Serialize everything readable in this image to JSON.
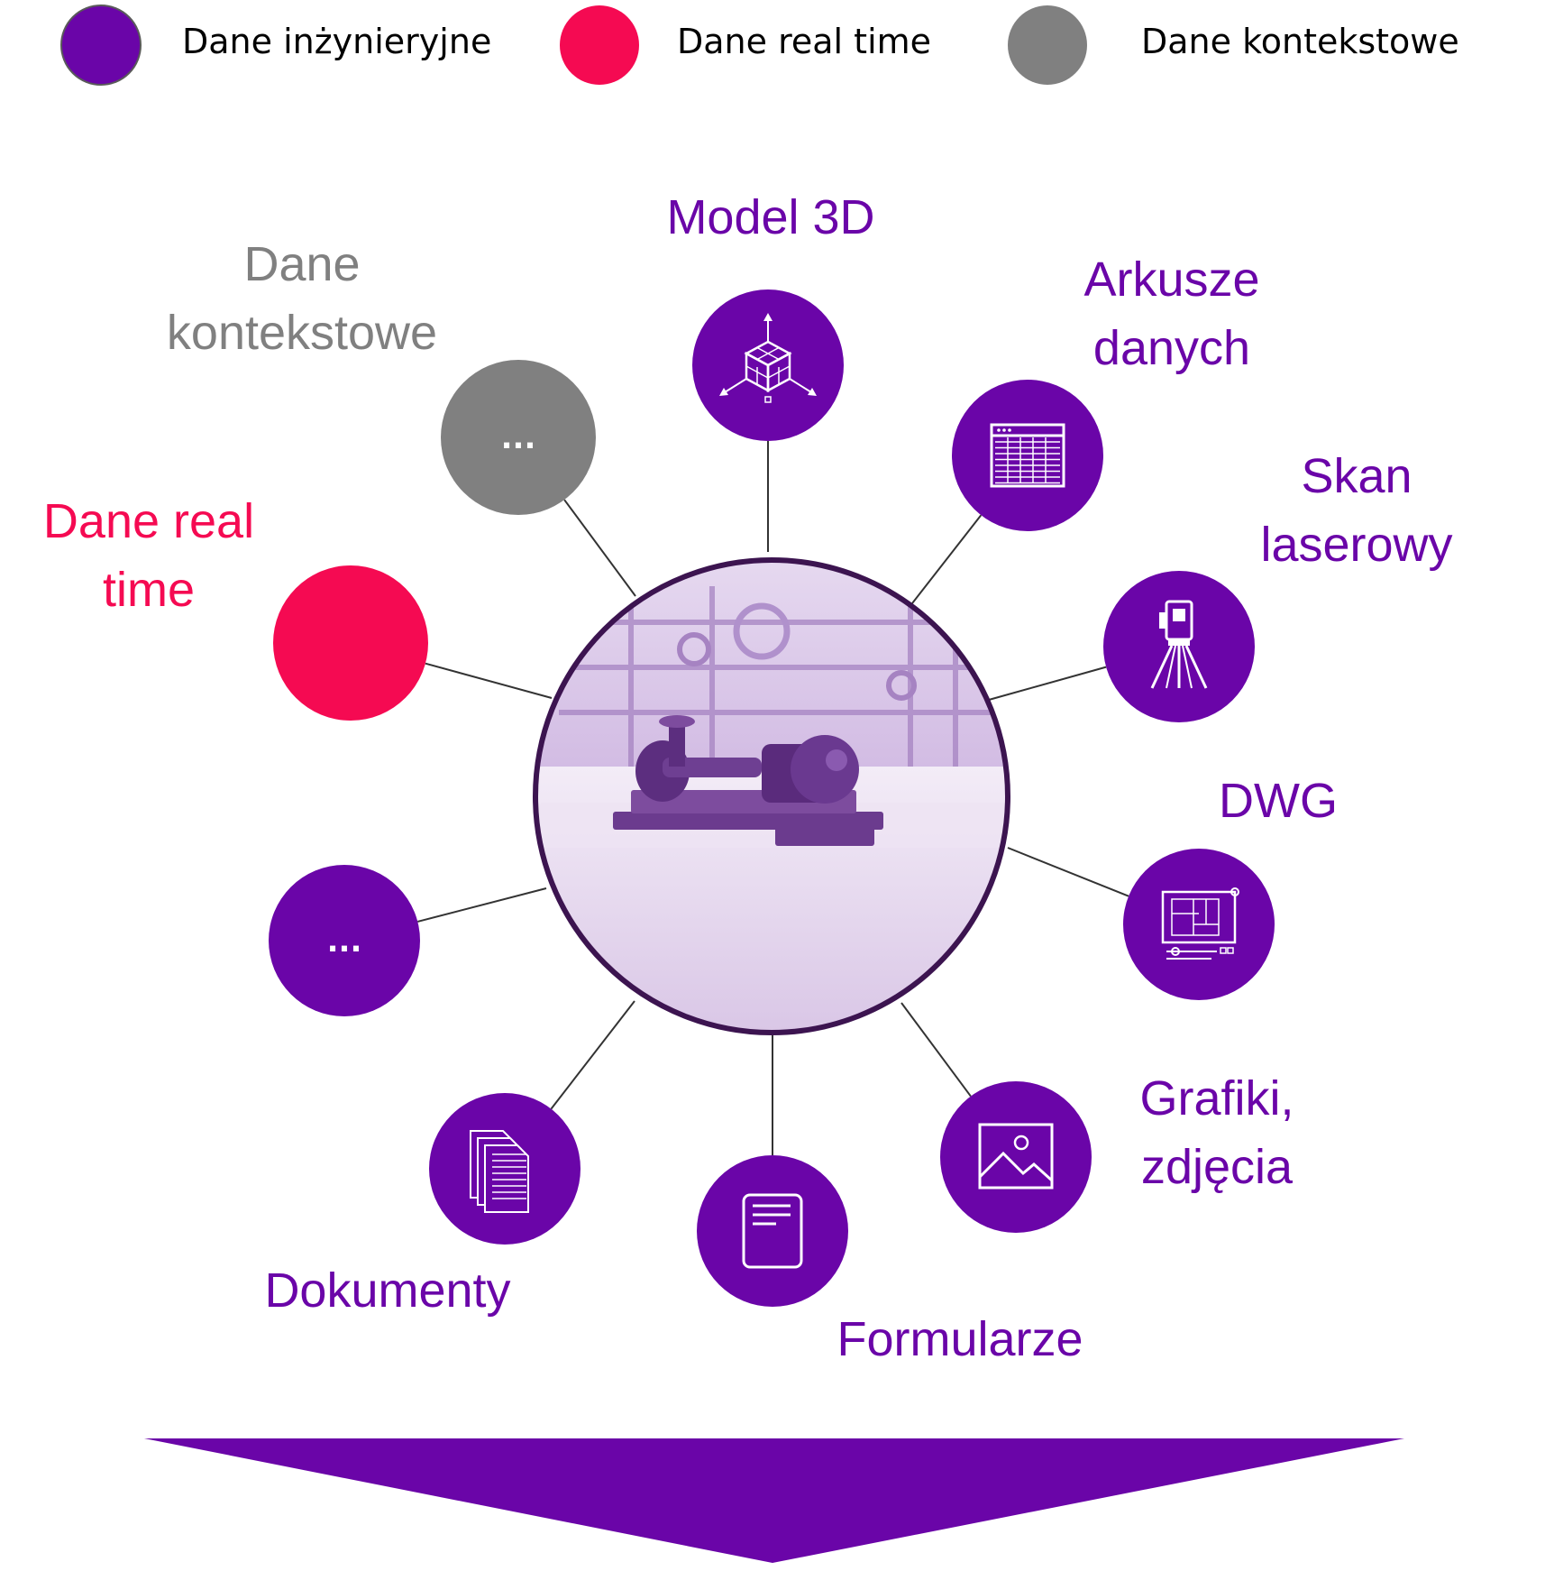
{
  "colors": {
    "engineering": "#6a05a8",
    "realtime": "#f50a52",
    "context": "#808080",
    "connector": "#333333",
    "hub_ring": "#3c1450"
  },
  "legend": [
    {
      "label": "Dane inżynieryjne",
      "color": "#6a05a8"
    },
    {
      "label": "Dane real time",
      "color": "#f50a52"
    },
    {
      "label": "Dane kontekstowe",
      "color": "#808080"
    }
  ],
  "hub": {
    "name": "digital-twin-hub",
    "icon": "industrial-pump-image"
  },
  "nodes": [
    {
      "id": "model-3d",
      "label": "Model 3D",
      "category": "engineering",
      "icon": "cube-3d-icon"
    },
    {
      "id": "arkusze-danych",
      "label": "Arkusze\ndanych",
      "category": "engineering",
      "icon": "spreadsheet-icon"
    },
    {
      "id": "skan-laserowy",
      "label": "Skan\nlaserowy",
      "category": "engineering",
      "icon": "laser-scanner-icon"
    },
    {
      "id": "dwg",
      "label": "DWG",
      "category": "engineering",
      "icon": "blueprint-icon"
    },
    {
      "id": "grafiki-zdjecia",
      "label": "Grafiki,\nzdjęcia",
      "category": "engineering",
      "icon": "image-icon"
    },
    {
      "id": "formularze",
      "label": "Formularze",
      "category": "engineering",
      "icon": "form-icon"
    },
    {
      "id": "dokumenty",
      "label": "Dokumenty",
      "category": "engineering",
      "icon": "documents-icon"
    },
    {
      "id": "more-engineering",
      "label": "...",
      "category": "engineering",
      "icon": "ellipsis-icon"
    },
    {
      "id": "dane-real-time",
      "label": "Dane real\ntime",
      "category": "realtime",
      "icon": ""
    },
    {
      "id": "dane-kontekstowe",
      "label": "Dane\nkontekstowe",
      "category": "context",
      "icon": "ellipsis-icon"
    }
  ],
  "ellipsis_text": "...",
  "footer": {
    "shape": "down-arrow",
    "color": "#6a05a8"
  }
}
